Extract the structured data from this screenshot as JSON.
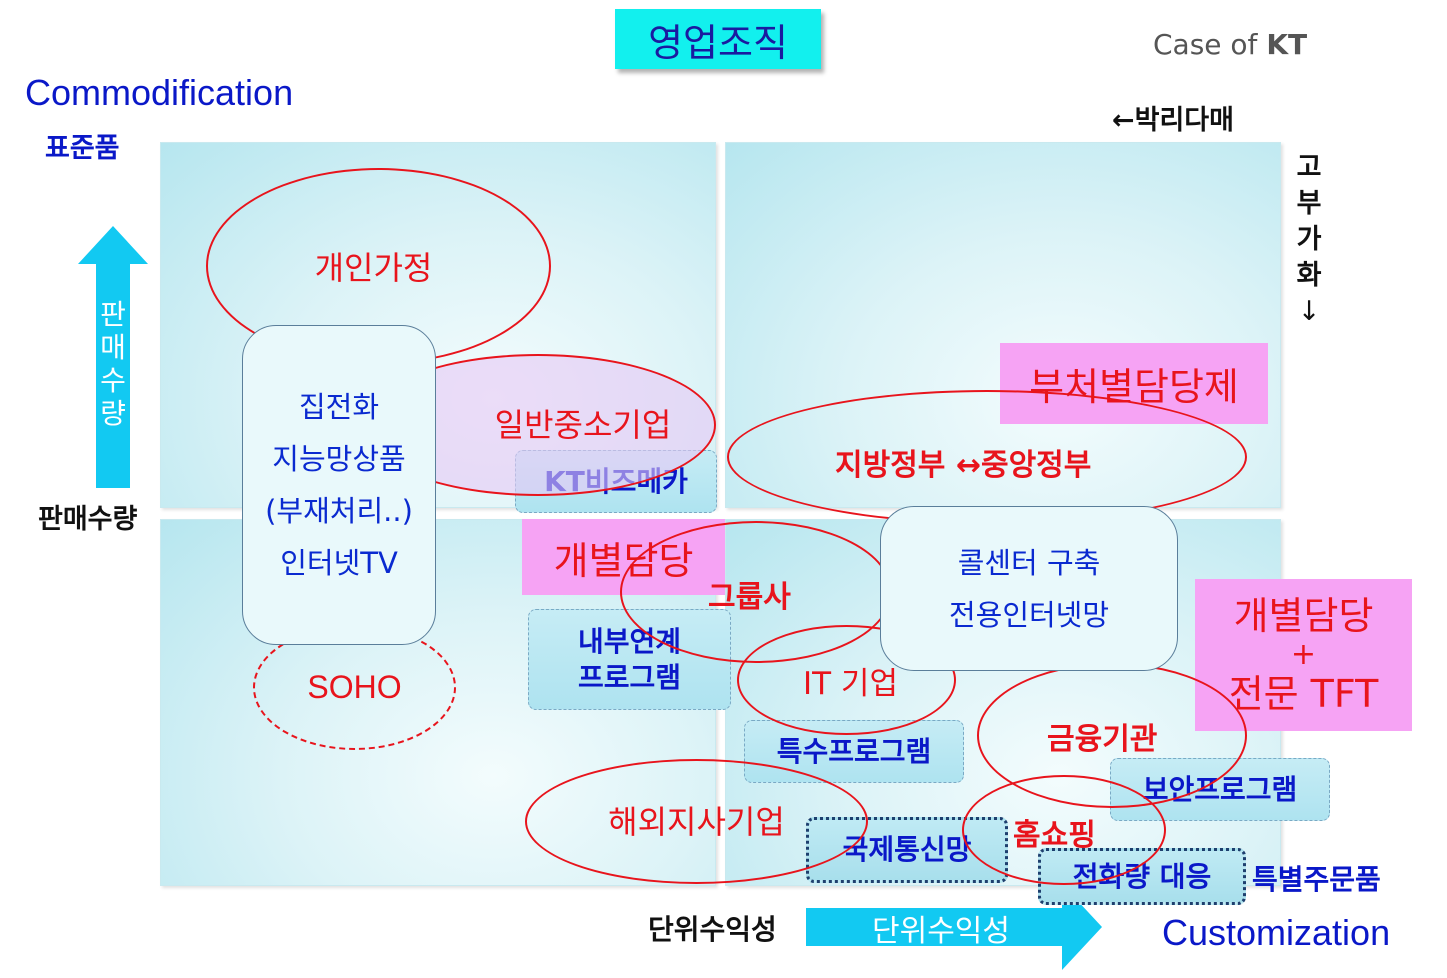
{
  "header": {
    "title": "영업조직",
    "case_prefix": "Case of",
    "case_company": "KT"
  },
  "axes": {
    "commodification": "Commodification",
    "standard": "표준품",
    "volume_label": "판매수량",
    "volume_arrow_chars": [
      "판",
      "매",
      "수",
      "량"
    ],
    "margin_label": "단위수익성",
    "margin_arrow_label": "단위수익성",
    "customization": "Customization",
    "special_order": "특별주문품",
    "low_margin": "←박리다매",
    "high_value_chars": [
      "고",
      "부",
      "가",
      "화",
      "↓"
    ]
  },
  "segments": {
    "household": "개인가정",
    "sme": "일반중소기업",
    "soho": "SOHO",
    "government": "지방정부 ↔중앙정부",
    "group": "그룹사",
    "it": "IT 기업",
    "finance": "금융기관",
    "overseas": "해외지사기업",
    "homeshopping": "홈쇼핑"
  },
  "products_box": {
    "lines": [
      "집전화",
      "지능망상품",
      "(부재처리..)",
      "인터넷TV"
    ]
  },
  "callcenter_box": {
    "lines": [
      "콜센터 구축",
      "전용인터넷망"
    ]
  },
  "programs": {
    "bizmeca": "KT비즈메카",
    "internal_line1": "내부연계",
    "internal_line2": "프로그램",
    "special": "특수프로그램",
    "security": "보안프로그램",
    "intl": "국제통신망",
    "calls": "전화량 대응"
  },
  "org_types": {
    "department": "부처별담당제",
    "individual": "개별담당",
    "individual_tft_line1": "개별담당",
    "individual_tft_line2": "+",
    "individual_tft_line3": "전문 TFT"
  },
  "colors": {
    "red": "#e8141c",
    "blue": "#0a18c8",
    "cyan": "#12d0f0",
    "pink": "#f6a3f4",
    "title_bg": "#12f0ee"
  }
}
